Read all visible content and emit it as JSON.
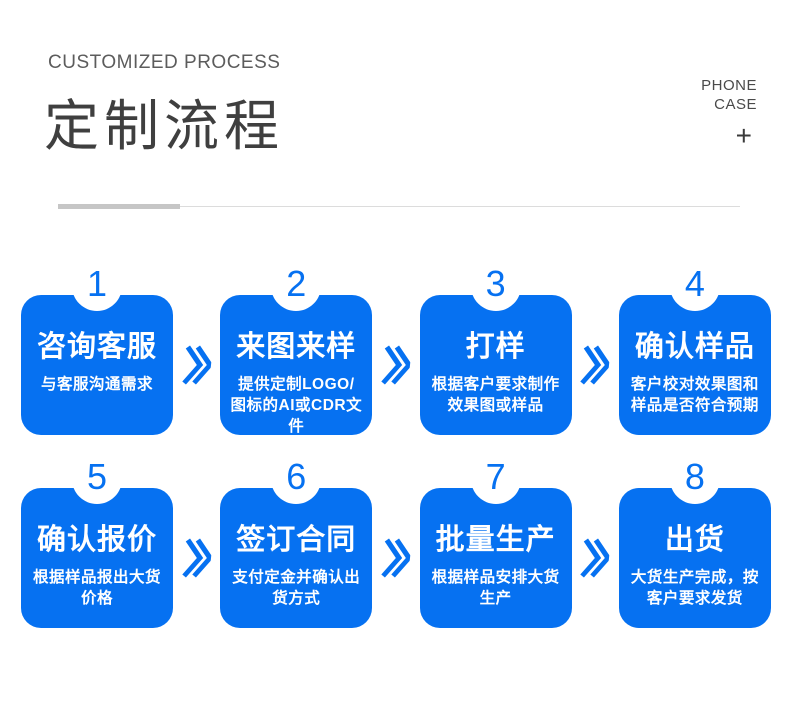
{
  "header": {
    "eyebrow": "CUSTOMIZED PROCESS",
    "title": "定制流程",
    "corner_line1": "PHONE",
    "corner_line2": "CASE",
    "corner_plus": "+"
  },
  "colors": {
    "accent_blue": "#0671F1",
    "title_dark": "#3F3F3F",
    "eyebrow_gray": "#5C5C5C",
    "divider_light": "#DCDCDC",
    "divider_dark": "#C6C6C6"
  },
  "icons": {
    "step_arrow": "double-chevron-right",
    "plus": "plus-sign"
  },
  "steps": [
    {
      "number": "1",
      "title": "咨询客服",
      "desc": "与客服沟通需求"
    },
    {
      "number": "2",
      "title": "来图来样",
      "desc": "提供定制LOGO/图标的AI或CDR文件"
    },
    {
      "number": "3",
      "title": "打样",
      "desc": "根据客户要求制作效果图或样品"
    },
    {
      "number": "4",
      "title": "确认样品",
      "desc": "客户校对效果图和样品是否符合预期"
    },
    {
      "number": "5",
      "title": "确认报价",
      "desc": "根据样品报出大货价格"
    },
    {
      "number": "6",
      "title": "签订合同",
      "desc": "支付定金并确认出货方式"
    },
    {
      "number": "7",
      "title": "批量生产",
      "desc": "根据样品安排大货生产"
    },
    {
      "number": "8",
      "title": "出货",
      "desc": "大货生产完成，按客户要求发货"
    }
  ]
}
